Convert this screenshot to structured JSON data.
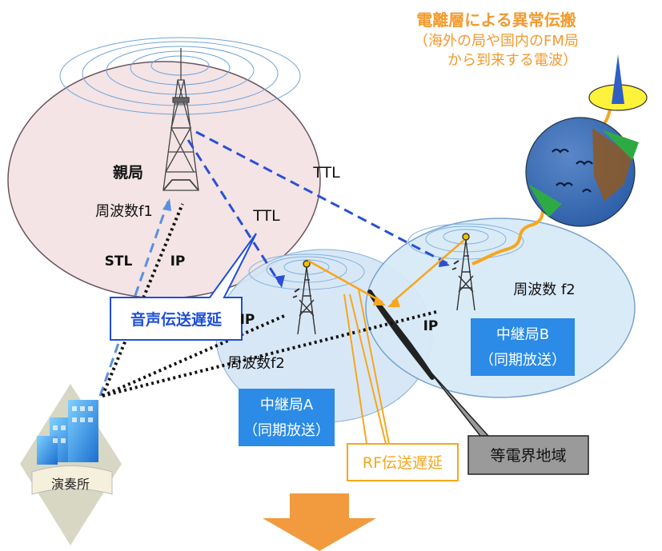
{
  "propagation": {
    "line1": "電離層による異常伝搬",
    "line2": "（海外の局や国内のFM局",
    "line3": "から到来する電波）"
  },
  "parent_station": {
    "name": "親局",
    "frequency": "周波数f1"
  },
  "links": {
    "ttl_upper": "TTL",
    "ttl_lower": "TTL",
    "stl": "STL",
    "ip_parent": "IP",
    "ip_relay_a": "IP",
    "ip_relay_b": "IP"
  },
  "relay_a": {
    "frequency": "周波数f2",
    "name": "中継局A",
    "mode": "（同期放送）"
  },
  "relay_b": {
    "frequency": "周波数 f2",
    "name": "中継局B",
    "mode": "（同期放送）"
  },
  "callouts": {
    "audio_delay": "音声伝送遅延",
    "rf_delay": "RF伝送遅延",
    "equal_field": "等電界地域"
  },
  "studio": {
    "name": "演奏所"
  },
  "colors": {
    "propagation_text": "#f39a2e",
    "callout_blue": "#1e4fd8",
    "label_box_blue": "#2b8be6",
    "rf_orange": "#f7a61c",
    "arrow_orange": "#f19a3e",
    "parent_area": "#f4e4e6",
    "relay_area": "#d6e9f7"
  }
}
